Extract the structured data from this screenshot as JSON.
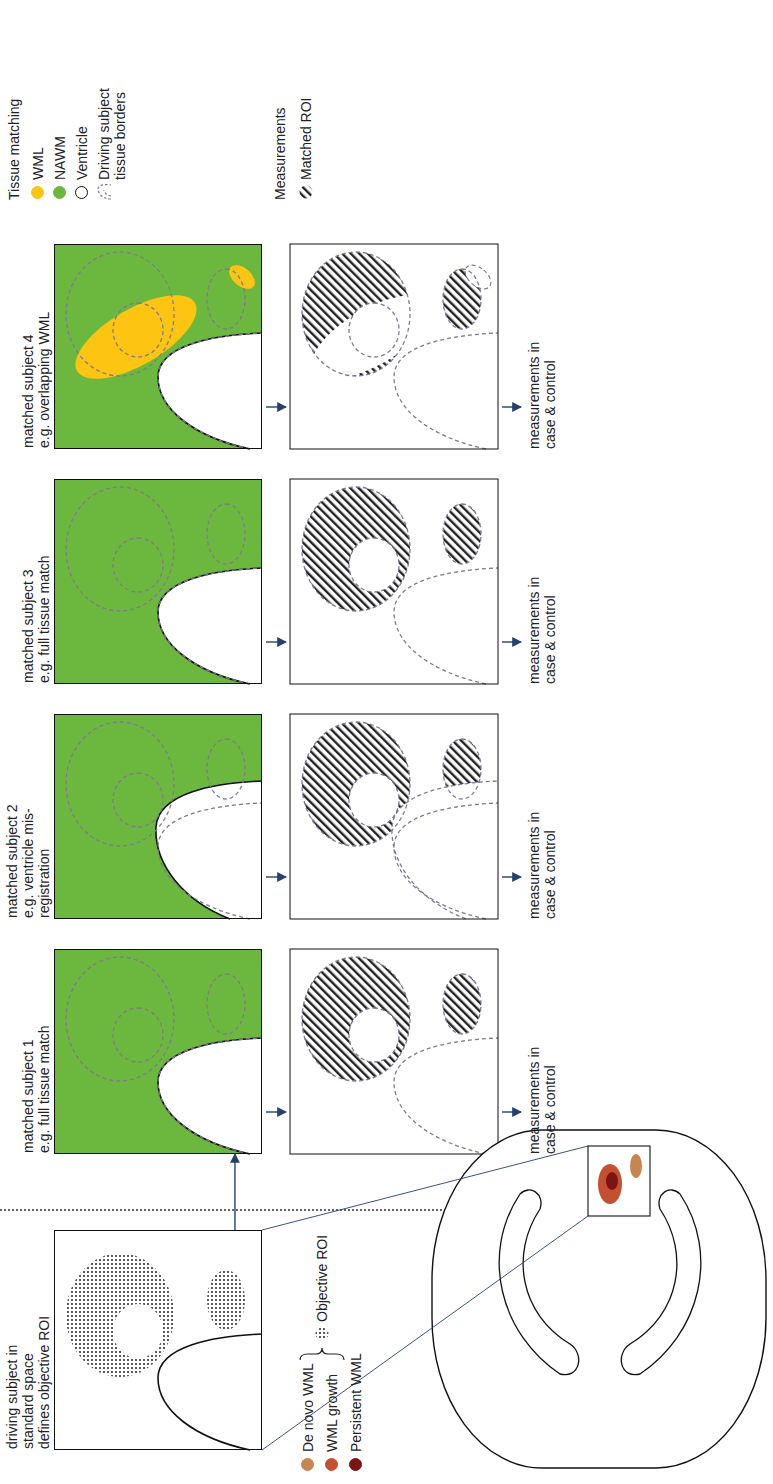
{
  "diagram": {
    "nodes": [
      {
        "text": [
          "driving subject in standard space defines objective ROI"
        ]
      },
      {
        "text": [
          "matched subject 1 e.g. full tissue match"
        ]
      },
      {
        "text": [
          "matched subject 2 e.g. ventricle mis- registration"
        ]
      },
      {
        "text": [
          "matched subject 3 e.g. full tissue match"
        ]
      },
      {
        "text": [
          "matched subject 4 e.g. overlapping WML"
        ]
      }
    ],
    "edges": [
      {
        "from": 0,
        "to": 1,
        "arrow": "to"
      }
    ],
    "labels": [
      "measurements in case & control",
      "measurements in case & control",
      "measurements in case & control",
      "measurements in case & control",
      "Tissue matching",
      "Measurements"
    ],
    "legend": [
      {
        "text": "De novo WML",
        "color": "#c98550"
      },
      {
        "text": "WML growth",
        "color": "#c4502f"
      },
      {
        "text": "Persistent WML",
        "color": "#7b1414"
      },
      {
        "text": "Objective ROI"
      },
      {
        "text": "WML",
        "color": "#fdc512"
      },
      {
        "text": "NAWM",
        "color": "#6cb83f"
      },
      {
        "text": "Ventricle",
        "color": "#ffffff"
      },
      {
        "text": "Driving subject tissue borders"
      },
      {
        "text": "Matched ROI"
      }
    ]
  }
}
